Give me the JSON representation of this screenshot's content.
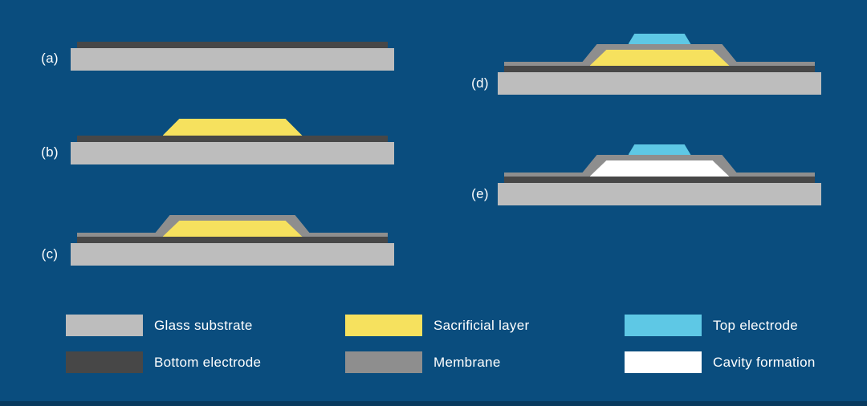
{
  "steps": [
    {
      "label": "(a)"
    },
    {
      "label": "(b)"
    },
    {
      "label": "(c)"
    },
    {
      "label": "(d)"
    },
    {
      "label": "(e)"
    }
  ],
  "legend": {
    "items": [
      {
        "label": "Glass substrate",
        "color_key": "substrate"
      },
      {
        "label": "Bottom electrode",
        "color_key": "bottom-electrode"
      },
      {
        "label": "Sacrificial layer",
        "color_key": "sacrificial"
      },
      {
        "label": "Membrane",
        "color_key": "membrane"
      },
      {
        "label": "Top electrode",
        "color_key": "top-electrode"
      },
      {
        "label": "Cavity formation",
        "color_key": "cavity"
      }
    ]
  },
  "colors": {
    "background": "#0a4d7e",
    "substrate": "#bdbdbd",
    "bottom-electrode": "#474747",
    "sacrificial": "#f6e15e",
    "membrane": "#8e8e8e",
    "top-electrode": "#5ec8e5",
    "cavity": "#ffffff",
    "text": "#ffffff",
    "footer": "#083a5f"
  }
}
